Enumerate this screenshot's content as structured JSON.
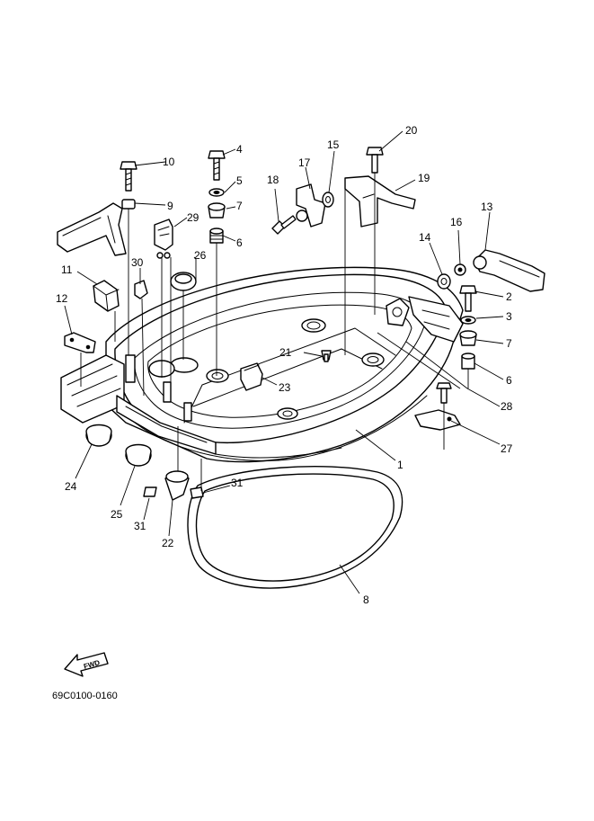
{
  "drawing_code": "69C0100-0160",
  "fwd_label": "FWD",
  "callouts": [
    {
      "id": "c1",
      "label": "1"
    },
    {
      "id": "c2",
      "label": "2"
    },
    {
      "id": "c3",
      "label": "3"
    },
    {
      "id": "c4",
      "label": "4"
    },
    {
      "id": "c5",
      "label": "5"
    },
    {
      "id": "c6a",
      "label": "6"
    },
    {
      "id": "c6b",
      "label": "6"
    },
    {
      "id": "c7a",
      "label": "7"
    },
    {
      "id": "c7b",
      "label": "7"
    },
    {
      "id": "c8",
      "label": "8"
    },
    {
      "id": "c9",
      "label": "9"
    },
    {
      "id": "c10",
      "label": "10"
    },
    {
      "id": "c11",
      "label": "11"
    },
    {
      "id": "c12",
      "label": "12"
    },
    {
      "id": "c13",
      "label": "13"
    },
    {
      "id": "c14",
      "label": "14"
    },
    {
      "id": "c15",
      "label": "15"
    },
    {
      "id": "c16",
      "label": "16"
    },
    {
      "id": "c17",
      "label": "17"
    },
    {
      "id": "c18",
      "label": "18"
    },
    {
      "id": "c19",
      "label": "19"
    },
    {
      "id": "c20",
      "label": "20"
    },
    {
      "id": "c21",
      "label": "21"
    },
    {
      "id": "c22",
      "label": "22"
    },
    {
      "id": "c23",
      "label": "23"
    },
    {
      "id": "c24",
      "label": "24"
    },
    {
      "id": "c25",
      "label": "25"
    },
    {
      "id": "c26",
      "label": "26"
    },
    {
      "id": "c27",
      "label": "27"
    },
    {
      "id": "c28",
      "label": "28"
    },
    {
      "id": "c29",
      "label": "29"
    },
    {
      "id": "c30",
      "label": "30"
    },
    {
      "id": "c31a",
      "label": "31"
    },
    {
      "id": "c31b",
      "label": "31"
    }
  ]
}
